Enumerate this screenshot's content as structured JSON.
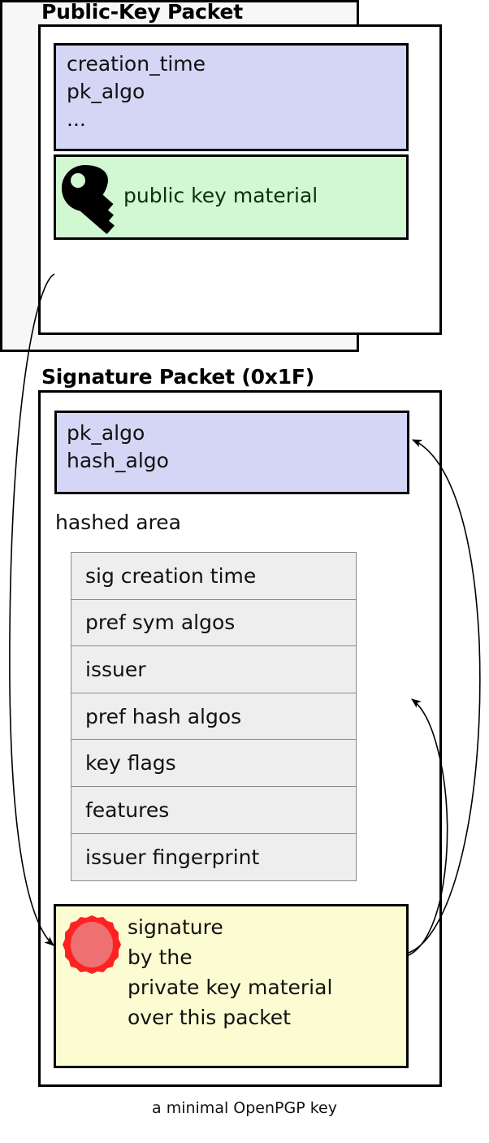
{
  "caption": "a minimal OpenPGP key",
  "colors": {
    "meta_block": "#d5d5f5",
    "key_material_block": "#d2f8d2",
    "hashed_area_block": "#f7f7f7",
    "subpacket_item": "#eeeeee",
    "signature_block": "#fcfcd2",
    "seal_ring": "#ff2222",
    "seal_fill": "#ee7070",
    "stroke": "#000000"
  },
  "public_key_packet": {
    "title": "Public-Key Packet",
    "meta_block": {
      "lines": [
        "creation_time",
        "pk_algo",
        "...."
      ],
      "text": "creation_time\npk_algo\n..."
    },
    "key_material": {
      "icon": "key-icon",
      "label": "public key material"
    }
  },
  "signature_packet": {
    "title": "Signature Packet (0x1F)",
    "algo_block": {
      "lines": [
        "pk_algo",
        "hash_algo"
      ],
      "text": "pk_algo\nhash_algo"
    },
    "hashed_area": {
      "label": "hashed area",
      "subpackets": [
        "sig creation time",
        "pref sym algos",
        "issuer",
        "pref hash algos",
        "key flags",
        "features",
        "issuer fingerprint"
      ]
    },
    "signature_block": {
      "icon": "wax-seal-icon",
      "lines": [
        "signature",
        "by the",
        "private key material",
        "over this packet"
      ],
      "text": "signature\nby the\nprivate key material\nover this packet"
    }
  },
  "arrows": [
    {
      "name": "public-key-to-signature",
      "from": "public-key-packet",
      "to": "signature-block"
    },
    {
      "name": "signature-to-algo-block",
      "from": "signature-block",
      "to": "sig-algo-block"
    },
    {
      "name": "signature-to-hashed-area",
      "from": "signature-block",
      "to": "hashed-area-block"
    }
  ]
}
